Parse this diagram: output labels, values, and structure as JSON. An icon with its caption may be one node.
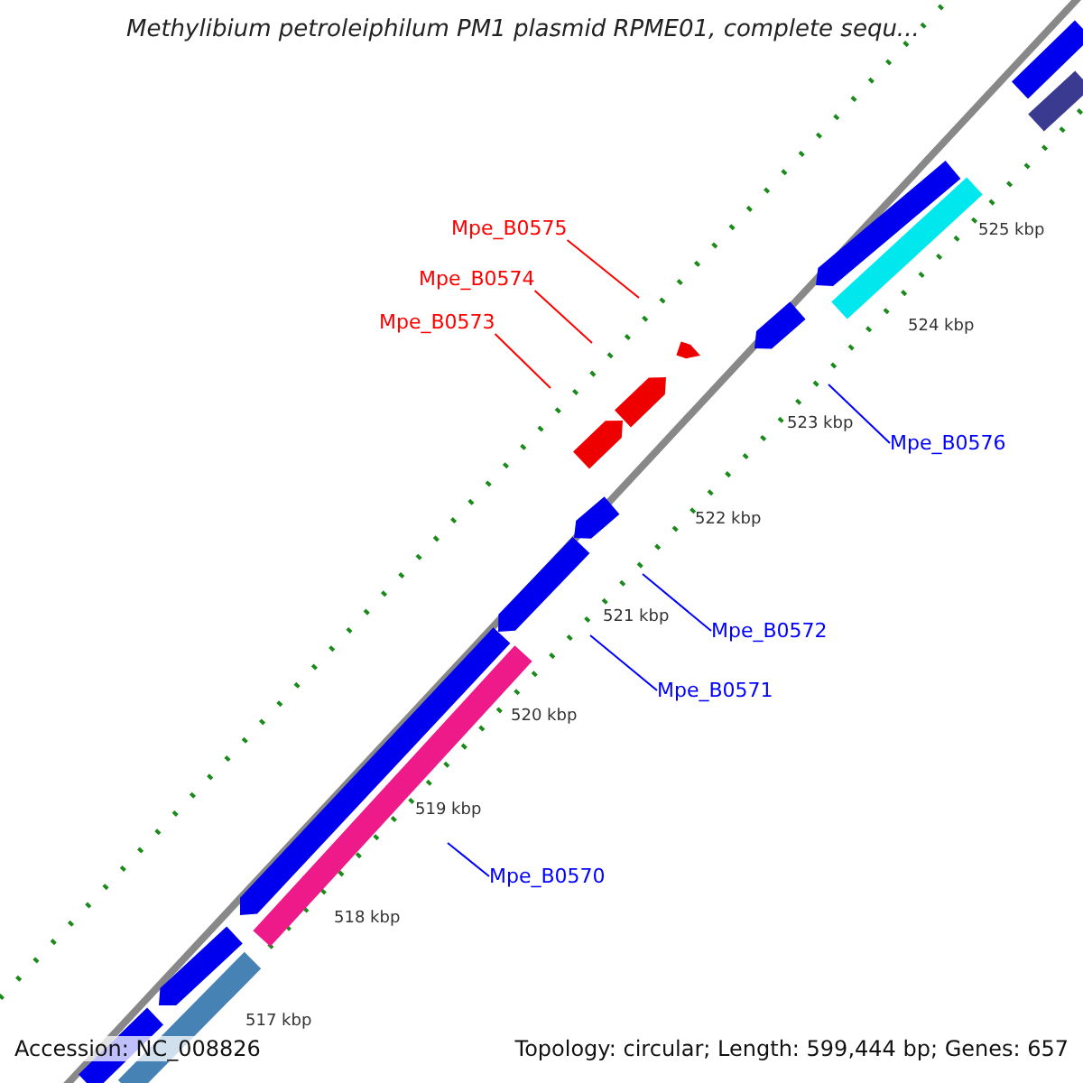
{
  "diagram": {
    "title": "Methylibium petroleiphilum PM1 plasmid RPME01, complete sequ...",
    "nodes": [
      {
        "text": [
          "Mpe_B0575"
        ]
      },
      {
        "text": [
          "Mpe_B0574"
        ]
      },
      {
        "text": [
          "Mpe_B0573"
        ]
      },
      {
        "text": [
          "Mpe_B0576"
        ]
      },
      {
        "text": [
          "Mpe_B0572"
        ]
      },
      {
        "text": [
          "Mpe_B0571"
        ]
      },
      {
        "text": [
          "Mpe_B0570"
        ]
      }
    ],
    "edges": [
      {
        "from": 0,
        "to": null,
        "arrow": "none",
        "color": "#ff0000"
      },
      {
        "from": 1,
        "to": null,
        "arrow": "none",
        "color": "#ff0000"
      },
      {
        "from": 2,
        "to": null,
        "arrow": "none",
        "color": "#ff0000"
      },
      {
        "from": 3,
        "to": null,
        "arrow": "none"
      },
      {
        "from": 4,
        "to": null,
        "arrow": "none"
      },
      {
        "from": 5,
        "to": null,
        "arrow": "none"
      },
      {
        "from": 6,
        "to": null,
        "arrow": "none"
      }
    ],
    "labels": [
      "525 kbp",
      "524 kbp",
      "523 kbp",
      "522 kbp",
      "521 kbp",
      "520 kbp",
      "519 kbp",
      "518 kbp",
      "517 kbp",
      "Accession: NC_008826",
      "Topology: circular; Length: 599,444 bp; Genes: 657"
    ]
  }
}
